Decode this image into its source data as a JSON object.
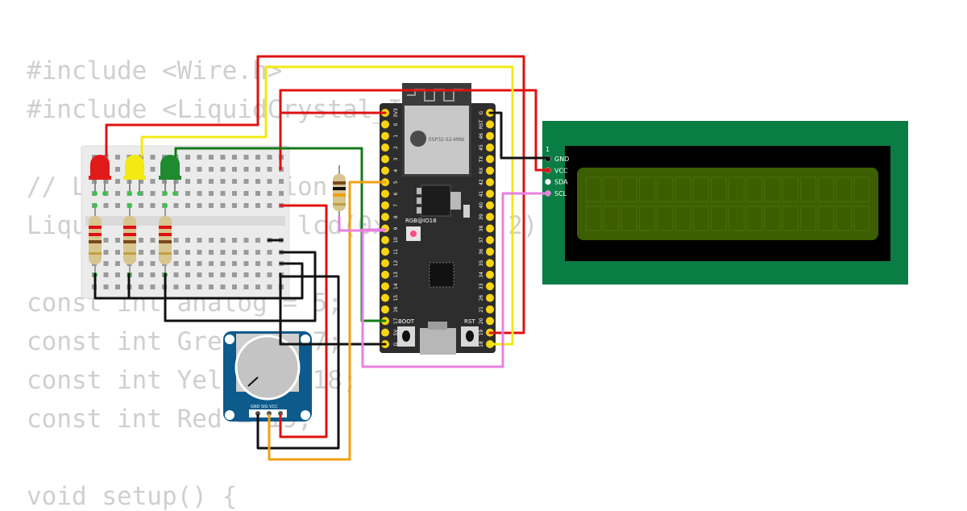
{
  "code": [
    "#include <Wire.h>",
    "#include <LiquidCrystal_I2C.h>",
    "",
    "// LCD configuration",
    "LiquidCrystal_I2C lcd(0x27, 16, 2);  // ... to 0",
    "",
    "const int analog = 5;",
    "const int Green = 17;",
    "const int Yellow = 18;",
    "const int Red = 19;",
    "",
    "void setup() {"
  ],
  "esp32": {
    "module_text": "ESP32-S2-MINI",
    "rgb_label": "RGB@IO18",
    "boot_label": "BOOT",
    "rst_label": "RST",
    "left_pins": [
      "3V3",
      "0",
      "1",
      "2",
      "3",
      "4",
      "5",
      "6",
      "7",
      "8",
      "9",
      "10",
      "11",
      "12",
      "13",
      "14",
      "15",
      "16",
      "17",
      "5V",
      "G"
    ],
    "right_pins": [
      "G",
      "RST",
      "46",
      "45",
      "TX",
      "RX",
      "42",
      "41",
      "40",
      "39",
      "38",
      "37",
      "36",
      "35",
      "34",
      "33",
      "26",
      "21",
      "20",
      "19",
      "18"
    ]
  },
  "lcd": {
    "pin1_label": "1",
    "pins": [
      "GND",
      "VCC",
      "SDA",
      "SCL"
    ],
    "pcb_color": "#0a7d45",
    "screen_color": "#3d5e00"
  },
  "potentiometer": {
    "pins_label": "GND SIG VCC"
  },
  "leds": [
    {
      "name": "red",
      "color": "#e11a1a"
    },
    {
      "name": "yellow",
      "color": "#f2ea12"
    },
    {
      "name": "green",
      "color": "#1f8a2e"
    }
  ],
  "wire_colors": {
    "power": "#e01010",
    "ground": "#111111",
    "yellow": "#f2ea12",
    "green": "#127a18",
    "signal": "#f0a010",
    "i2c": "#e880e0"
  }
}
